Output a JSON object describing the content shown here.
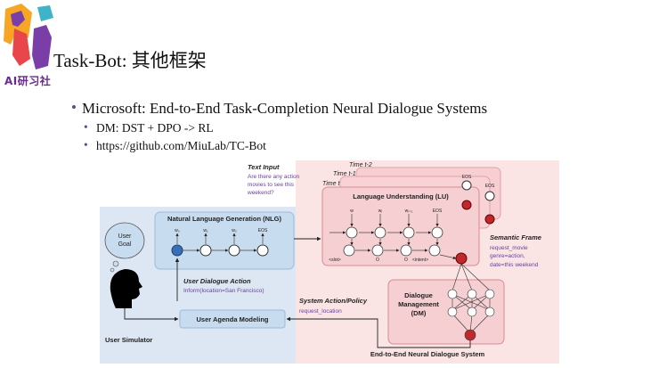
{
  "logo": {
    "brand_text": "AI研习社"
  },
  "slide": {
    "title": "Task-Bot: 其他框架",
    "bullets": [
      {
        "text": "Microsoft: End-to-End Task-Completion Neural Dialogue Systems",
        "sub": [
          "DM: DST + DPO -> RL",
          "https://github.com/MiuLab/TC-Bot"
        ]
      }
    ]
  },
  "diagram": {
    "time_labels": [
      "Time t-2",
      "Time t-1",
      "Time t"
    ],
    "text_input": {
      "heading": "Text Input",
      "lines": [
        "Are there any action",
        "movies to see this",
        "weekend?"
      ]
    },
    "lu_title": "Language Understanding (LU)",
    "lu_tokens": {
      "w0": "w",
      "wi": "wᵢ",
      "wi1": "wᵢ₊₁",
      "eos": "EOS",
      "slot": "<slot>",
      "o": "O",
      "intent": "<intent>"
    },
    "semantic_frame": {
      "heading": "Semantic Frame",
      "lines": [
        "request_movie",
        "genre=action,",
        "date=this weekend"
      ]
    },
    "dm_title_lines": [
      "Dialogue",
      "Management",
      "(DM)"
    ],
    "system_action": {
      "heading": "System Action/Policy",
      "value": "request_location"
    },
    "e2e_title": "End-to-End Neural Dialogue System",
    "nlg_title": "Natural Language Generation (NLG)",
    "nlg_tokens": {
      "w0": "w₀",
      "w1": "w₁",
      "w2": "w₂",
      "eos": "EOS"
    },
    "user_dialogue_action": {
      "heading": "User Dialogue Action",
      "value": "Inform(location=San Francisco)"
    },
    "user_agenda": "User Agenda Modeling",
    "user_goal_lines": [
      "User",
      "Goal"
    ],
    "user_simulator": "User Simulator",
    "colors": {
      "pink_panel": "#fbe4e4",
      "blue_panel": "#dce7f3",
      "red_node": "#c0282d",
      "blue_node": "#3a6fb5",
      "purple_text": "#6a3fa0"
    }
  }
}
